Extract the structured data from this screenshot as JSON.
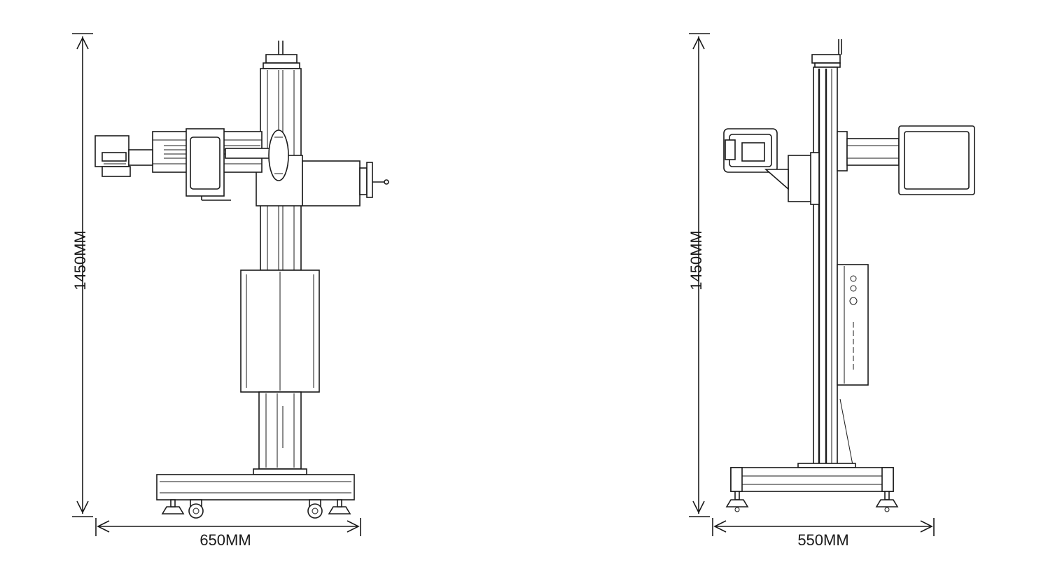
{
  "drawing": {
    "left_view": {
      "height_label": "1450MM",
      "width_label": "650MM"
    },
    "right_view": {
      "height_label": "1450MM",
      "width_label": "550MM"
    }
  }
}
